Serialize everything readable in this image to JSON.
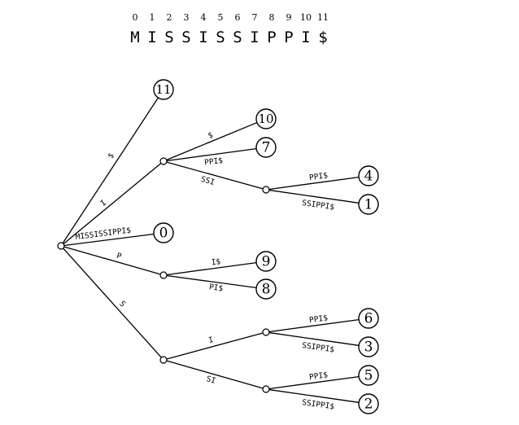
{
  "string": {
    "indices": [
      "0",
      "1",
      "2",
      "3",
      "4",
      "5",
      "6",
      "7",
      "8",
      "9",
      "10",
      "11"
    ],
    "chars": [
      "M",
      "I",
      "S",
      "S",
      "I",
      "S",
      "S",
      "I",
      "P",
      "P",
      "I",
      "$"
    ]
  },
  "tree": {
    "leaves": [
      {
        "id": "leaf-11",
        "label": "11"
      },
      {
        "id": "leaf-10",
        "label": "10"
      },
      {
        "id": "leaf-7",
        "label": "7"
      },
      {
        "id": "leaf-4",
        "label": "4"
      },
      {
        "id": "leaf-1",
        "label": "1"
      },
      {
        "id": "leaf-0",
        "label": "0"
      },
      {
        "id": "leaf-9",
        "label": "9"
      },
      {
        "id": "leaf-8",
        "label": "8"
      },
      {
        "id": "leaf-6",
        "label": "6"
      },
      {
        "id": "leaf-3",
        "label": "3"
      },
      {
        "id": "leaf-5",
        "label": "5"
      },
      {
        "id": "leaf-2",
        "label": "2"
      }
    ],
    "edges": [
      {
        "from": "root",
        "to": "leaf-11",
        "label": "$"
      },
      {
        "from": "root",
        "to": "node-I",
        "label": "I"
      },
      {
        "from": "root",
        "to": "leaf-0",
        "label": "MISSISSIPPI$"
      },
      {
        "from": "root",
        "to": "node-P",
        "label": "P"
      },
      {
        "from": "root",
        "to": "node-S",
        "label": "S"
      },
      {
        "from": "node-I",
        "to": "leaf-10",
        "label": "$"
      },
      {
        "from": "node-I",
        "to": "leaf-7",
        "label": "PPI$"
      },
      {
        "from": "node-I",
        "to": "node-ISSI",
        "label": "SSI"
      },
      {
        "from": "node-ISSI",
        "to": "leaf-4",
        "label": "PPI$"
      },
      {
        "from": "node-ISSI",
        "to": "leaf-1",
        "label": "SSIPPI$"
      },
      {
        "from": "node-P",
        "to": "leaf-9",
        "label": "I$"
      },
      {
        "from": "node-P",
        "to": "leaf-8",
        "label": "PI$"
      },
      {
        "from": "node-S",
        "to": "node-SI",
        "label": "I"
      },
      {
        "from": "node-S",
        "to": "node-SSI",
        "label": "SI"
      },
      {
        "from": "node-SI",
        "to": "leaf-6",
        "label": "PPI$"
      },
      {
        "from": "node-SI",
        "to": "leaf-3",
        "label": "SSIPPI$"
      },
      {
        "from": "node-SSI",
        "to": "leaf-5",
        "label": "PPI$"
      },
      {
        "from": "node-SSI",
        "to": "leaf-2",
        "label": "SSIPPI$"
      }
    ]
  }
}
